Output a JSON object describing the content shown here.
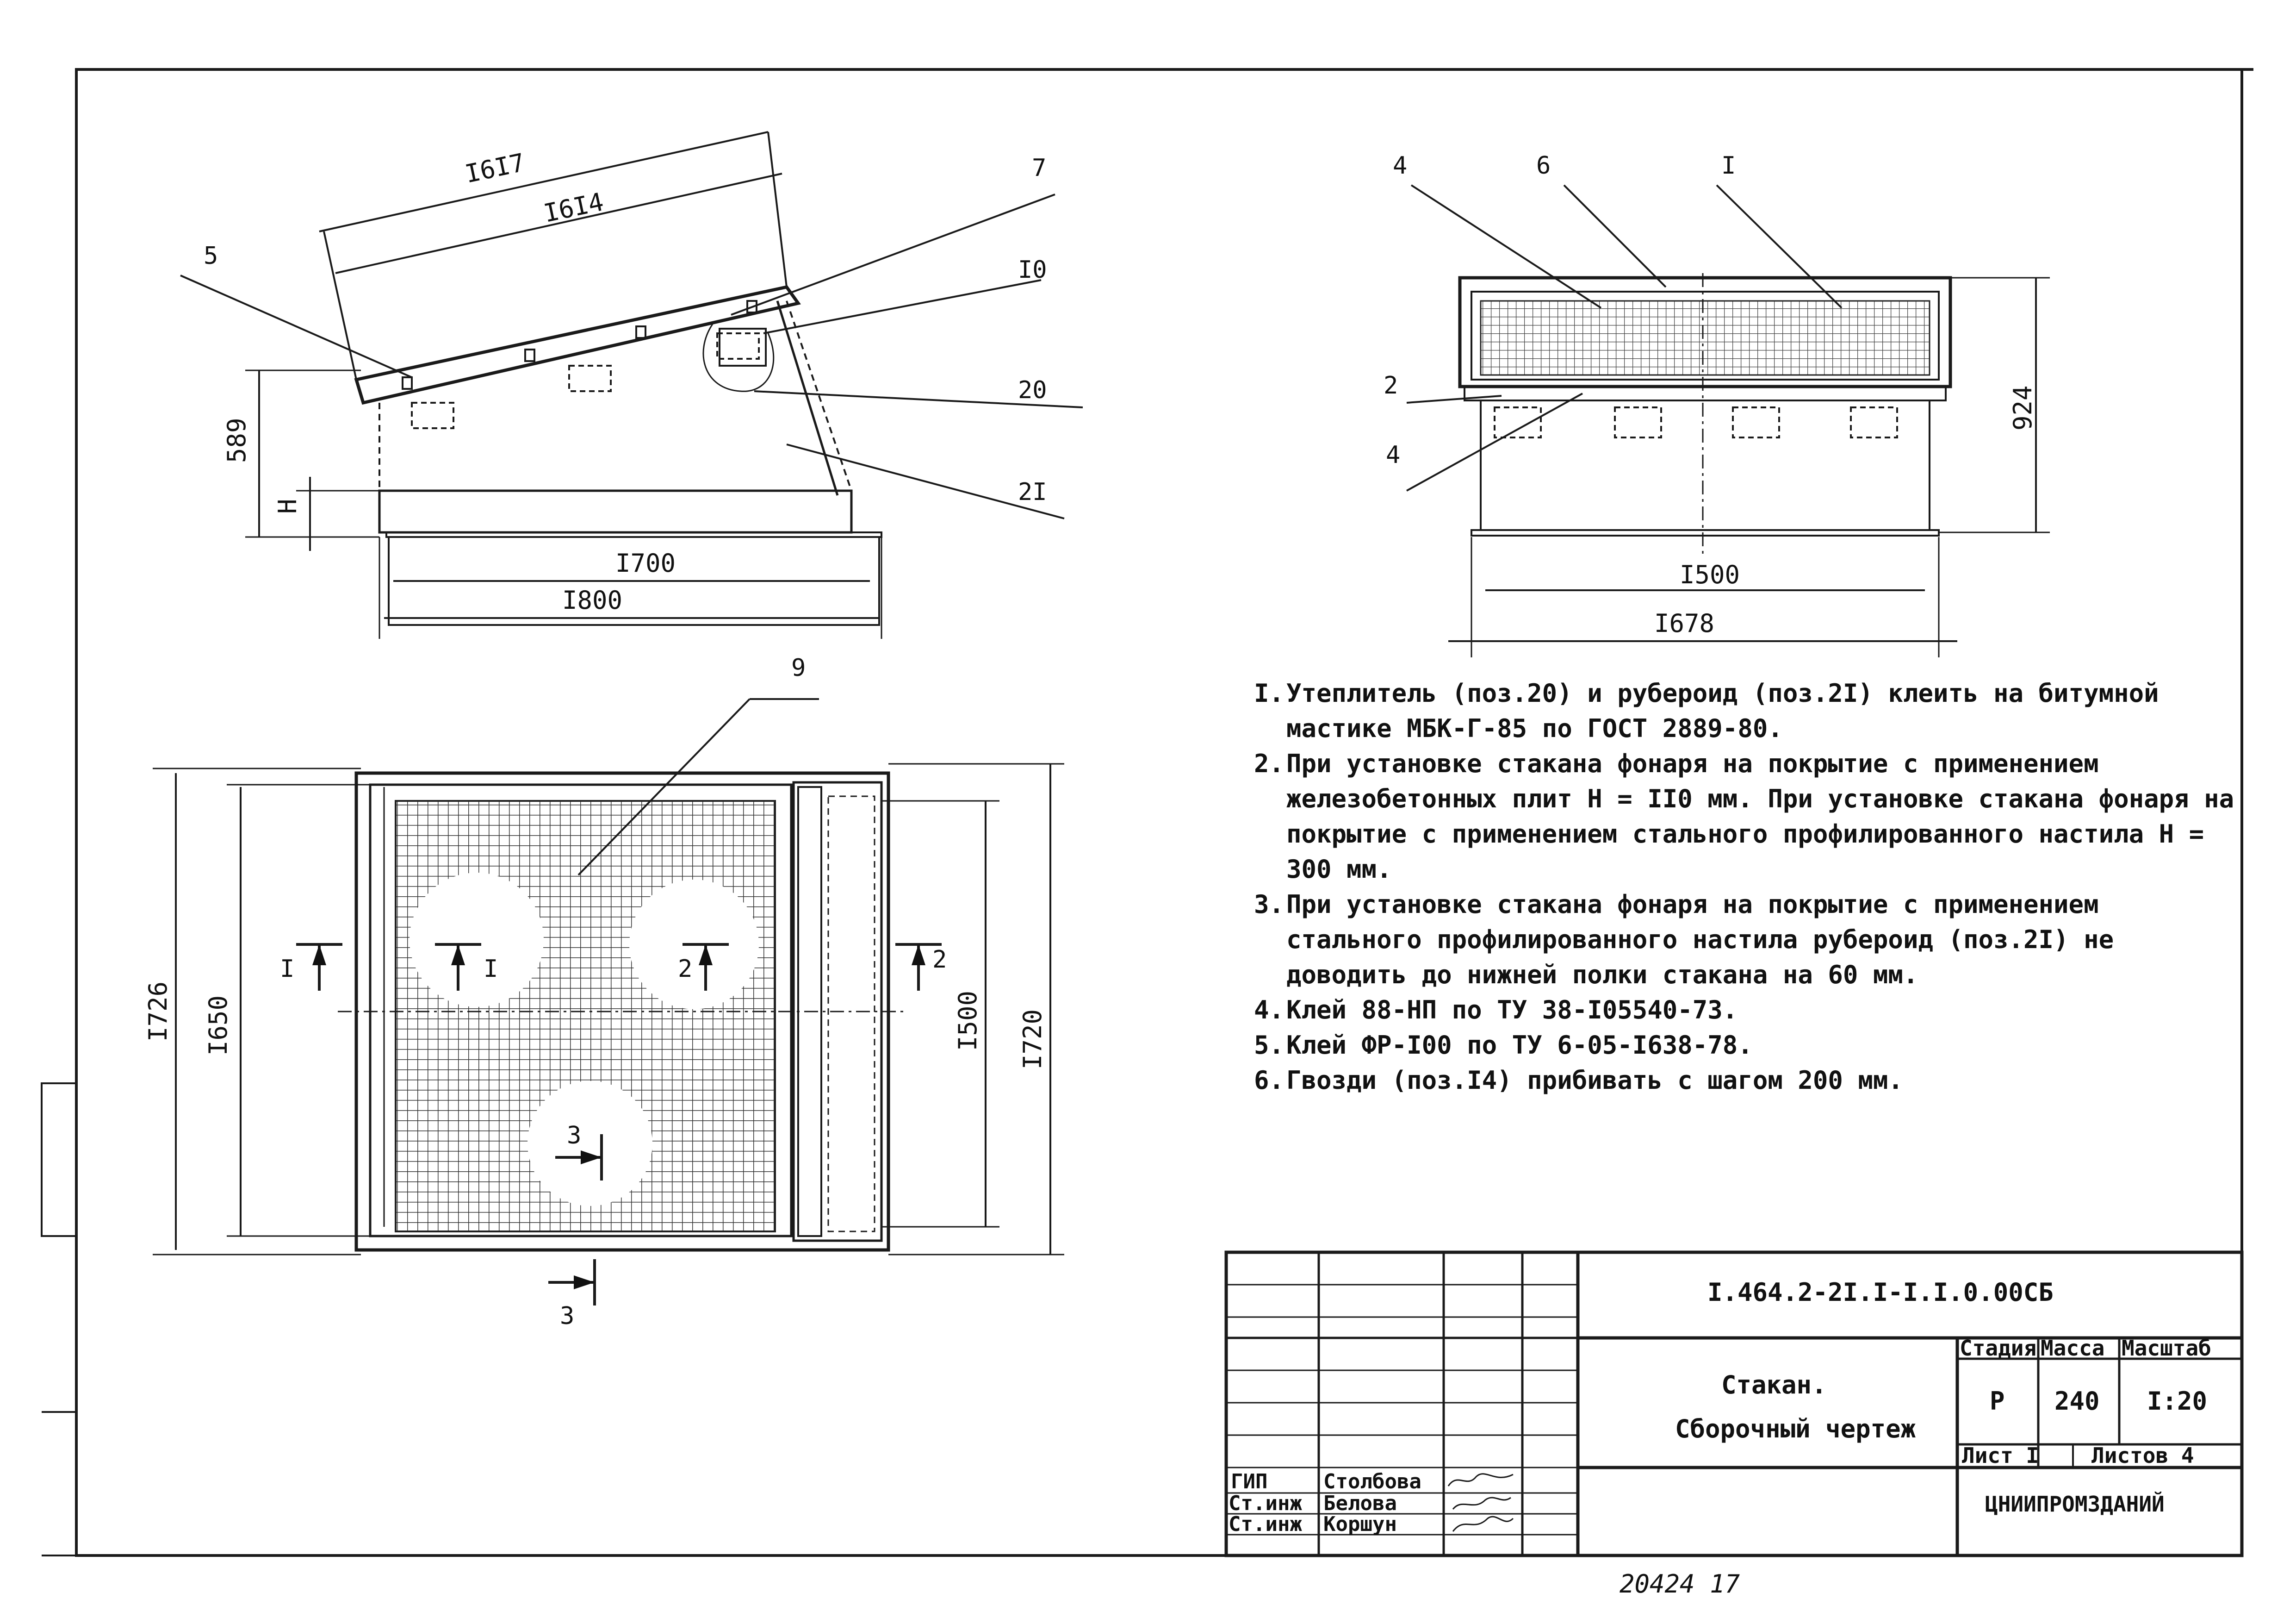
{
  "side_view": {
    "dim_top_outer": "I6I7",
    "dim_top_inner": "I6I4",
    "dim_height": "589",
    "dim_h": "H",
    "dim_base_inner": "I700",
    "dim_base_outer": "I800",
    "callouts": [
      "5",
      "7",
      "I0",
      "20",
      "2I"
    ]
  },
  "front_view": {
    "dim_height": "924",
    "dim_inner": "I500",
    "dim_outer": "I678",
    "callouts": [
      "4",
      "6",
      "I",
      "2",
      "4"
    ]
  },
  "plan_view": {
    "callout": "9",
    "dim_outer_left": "I726",
    "dim_inner_left": "I650",
    "dim_inner_right": "I500",
    "dim_outer_right": "I720",
    "sections": [
      {
        "id": "I",
        "label": "I"
      },
      {
        "id": "I-b",
        "label": "I"
      },
      {
        "id": "2",
        "label": "2"
      },
      {
        "id": "2-b",
        "label": "2"
      },
      {
        "id": "3",
        "label": "3"
      },
      {
        "id": "3-b",
        "label": "3"
      }
    ]
  },
  "notes": [
    {
      "num": "I.",
      "text": "Утеплитель (поз.20) и рубероид (поз.2I) клеить на битумной мастике МБК-Г-85 по ГОСТ 2889-80."
    },
    {
      "num": "2.",
      "text": "При установке стакана фонаря на покрытие с применением железобетонных плит Н = II0 мм. При установке стакана фонаря на покрытие с применением стального профилированного настила Н = 300 мм."
    },
    {
      "num": "3.",
      "text": "При установке стакана фонаря на покрытие с применением стального профилированного настила рубероид (поз.2I) не доводить до нижней полки стакана на 60 мм."
    },
    {
      "num": "4.",
      "text": "Клей 88-НП по ТУ 38-I05540-73."
    },
    {
      "num": "5.",
      "text": "Клей ФР-I00 по ТУ 6-05-I638-78."
    },
    {
      "num": "6.",
      "text": "Гвозди (поз.I4) прибивать с шагом 200 мм."
    }
  ],
  "title_block": {
    "doc_code": "I.464.2-2I.I-I.I.0.00СБ",
    "title_line1": "Стакан.",
    "title_line2": "Сборочный чертеж",
    "col_stage": "Стадия",
    "col_mass": "Масса",
    "col_scale": "Масштаб",
    "stage": "Р",
    "mass": "240",
    "scale": "I:20",
    "sheet": "Лист I",
    "sheets": "Листов 4",
    "org": "ЦНИИПРОМЗДАНИЙ",
    "roles": [
      {
        "role": "ГИП",
        "name": "Столбова"
      },
      {
        "role": "Ст.инж",
        "name": "Белова"
      },
      {
        "role": "Ст.инж",
        "name": "Коршун"
      }
    ]
  },
  "footer": {
    "handwritten": "20424   17"
  }
}
